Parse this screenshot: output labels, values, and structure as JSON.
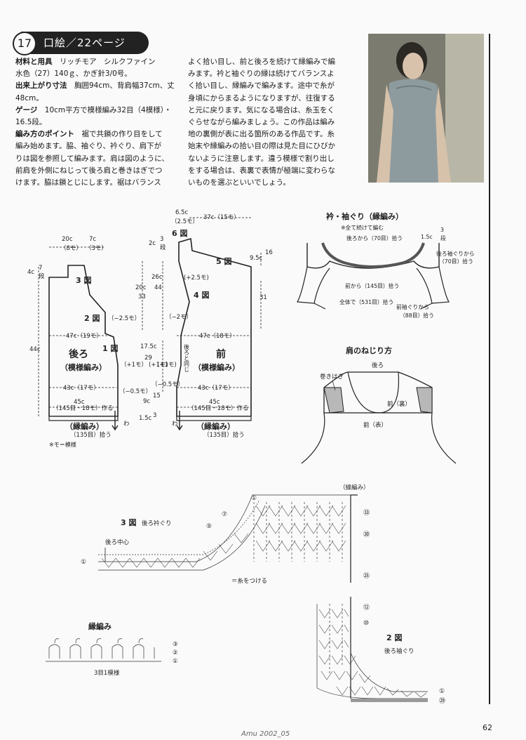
{
  "header": {
    "number": "17",
    "title": "口絵／22ページ"
  },
  "instructions": {
    "materials_label": "材料と用具",
    "materials_line1": "リッチモア　シルクファイン",
    "materials_line2": "水色（27）140ｇ、かぎ針3/0号。",
    "size_label": "出来上がり寸法",
    "size_line1": "胸囲94cm、背肩幅37cm、丈",
    "size_line2": "48cm。",
    "gauge_label": "ゲージ",
    "gauge_line1": "10cm平方で模様編み32目（4模様）・",
    "gauge_line2": "16.5段。",
    "points_label": "編み方のポイント",
    "points_line1": "裾で共鎖の作り目をして",
    "points_line2": "編み始めます。脇、袖ぐり、衿ぐり、肩下が",
    "points_line3": "りは図を参照して編みます。肩は図のように、",
    "points_line4": "前肩を外側にねじって後ろ肩と巻きはぎでつ",
    "points_line5": "けます。脇は鎖とじにします。裾はバランス",
    "col2_line1": "よく拾い目し、前と後ろを続けて縁編みで編",
    "col2_line2": "みます。衿と袖ぐりの縁は続けてバランスよ",
    "col2_line3": "く拾い目し、縁編みで編みます。途中で糸が",
    "col2_line4": "身頃にからまるようになりますが、往復する",
    "col2_line5": "と元に戻ります。気になる場合は、糸玉をく",
    "col2_line6": "ぐらせながら編みましょう。この作品は編み",
    "col2_line7": "地の裏側が表に出る箇所のある作品です。糸",
    "col2_line8": "始末や縁編みの拾い目の際は見た目にひびか",
    "col2_line9": "ないように注意します。違う模様で割り出し",
    "col2_line10": "をする場合は、表裏で表情が極端に変わらな",
    "col2_line11": "いものを選ぶといいでしょう。"
  },
  "back_diagram": {
    "top_20": "20c",
    "top_8": "（8モ）",
    "top_7": "7c",
    "top_3": "（3モ）",
    "side_4c": "4c",
    "side_7dan": "7",
    "side_7dan_unit": "段",
    "fig3": "3 図",
    "fig2": "2 図",
    "fig1": "1 図",
    "dec_25": "（−2.5モ）",
    "w47": "47c（19モ）",
    "title": "後ろ",
    "pattern": "（模様編み）",
    "inc_1": "（+1モ）",
    "w43": "43c（17モ）",
    "dec_05": "（−0.5モ）",
    "w45": "45c",
    "chain": "（145目・18モ）作る",
    "border": "（縁編み）",
    "pickup": "（135目）拾う",
    "h44": "44c",
    "note": "※モ＝模様",
    "wa": "わ"
  },
  "front_diagram": {
    "top_65": "6.5c",
    "top_25": "（2.5モ）",
    "top_37": "37c（15モ）",
    "fig6": "6 図",
    "fig5": "5 図",
    "fig4": "4 図",
    "s2c": "2c",
    "s3dan": "3",
    "dan": "段",
    "h95": "9.5c",
    "h16": "16",
    "h20": "20c",
    "h33": "33",
    "h26": "26c",
    "h44": "44",
    "h31": "31",
    "inc_25": "(+2.5モ)",
    "dec_2": "（−2モ）",
    "dec_25": "（−2.5モ）",
    "w47": "47c（18モ）",
    "h175": "17.5c",
    "h29": "29",
    "same_as_back": "後ろと同じ",
    "inc_1": "(+1モ)",
    "inc_1b": "(+1モ)",
    "title": "前",
    "pattern": "（模様編み）",
    "dec_05": "（−0.5モ）",
    "w43": "43c（17モ）",
    "h9": "9c",
    "h15": "15",
    "h15c": "1.5c",
    "h3": "3",
    "w45": "45c",
    "chain": "（145目・18モ）作る",
    "border": "（縁編み）",
    "pickup": "（135目）拾う",
    "wa": "わ"
  },
  "collar_diagram": {
    "title": "衿・袖ぐり（縁編み）",
    "note": "※全て続けて編む",
    "back_pick": "後ろから（70目）拾う",
    "h15c": "1.5c",
    "h3": "3",
    "dan": "段",
    "back_arm": "後ろ袖ぐりから",
    "back_arm_n": "（70目）拾う",
    "front_pick": "前から（145目）拾う",
    "total": "全体で（531目）拾う",
    "front_arm": "前袖ぐりから",
    "front_arm_n": "（88目）拾う"
  },
  "shoulder_diagram": {
    "title": "肩のねじり方",
    "back": "後ろ",
    "makihagi": "巻きはぎ",
    "front_ura": "前（裏）",
    "front_omote": "前（表）"
  },
  "stitch_chart": {
    "fig3_label": "3 図",
    "fig3_sub": "後ろ衿ぐり",
    "back_center": "後ろ中心",
    "border_label": "（縁編み）",
    "thread_note": "＝糸をつける",
    "fig2_label": "2 図",
    "fig2_sub": "後ろ袖ぐり",
    "edge_title": "縁編み",
    "edge_repeat": "3目1模様",
    "row_1": "①",
    "row_3": "③",
    "row_5": "⑤",
    "row_7": "⑦",
    "row_10": "⑩",
    "row_12": "⑫",
    "row_25": "㉕",
    "row_29": "㉙",
    "row_30": "㉚",
    "row_33": "㉝",
    "row_2": "②"
  },
  "footer": {
    "page": "62",
    "magazine": "Amu 2002_05"
  }
}
